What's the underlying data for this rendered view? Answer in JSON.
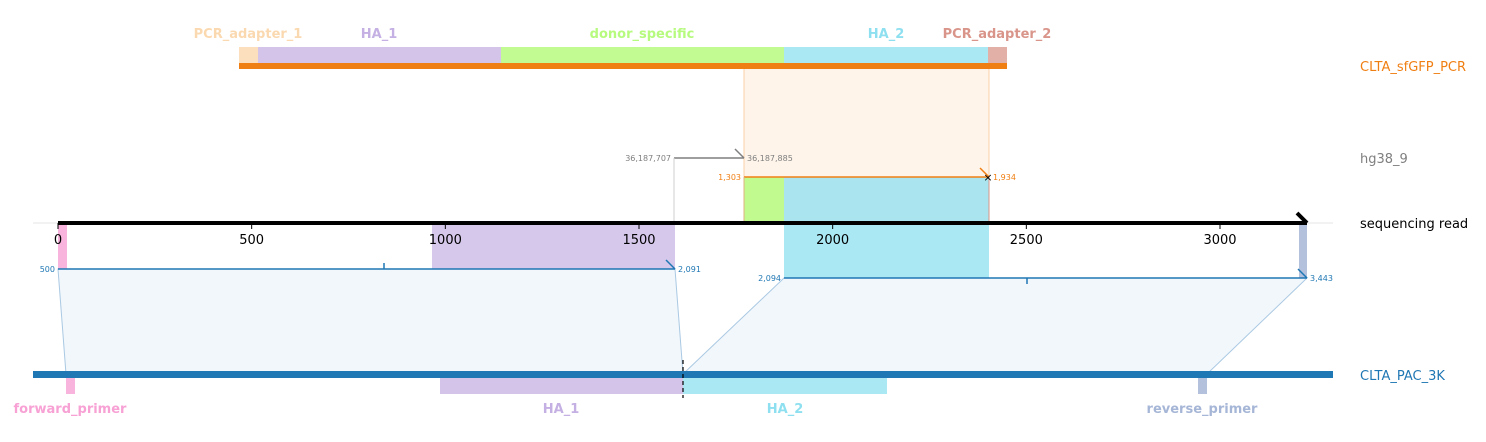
{
  "tracks": {
    "pcr": {
      "label": "CLTA_sfGFP_PCR",
      "color": "#f07f13"
    },
    "ref": {
      "label": "hg38_9",
      "color": "#7f7f7f"
    },
    "read": {
      "label": "sequencing read",
      "color": "#000000"
    },
    "plasmid": {
      "label": "CLTA_PAC_3K",
      "color": "#1f77b4"
    }
  },
  "pcr_features": [
    {
      "name": "PCR_adapter_1",
      "color": "#fbd9b0"
    },
    {
      "name": "HA_1",
      "color": "#c5b0e3"
    },
    {
      "name": "donor_specific",
      "color": "#b6fa7e"
    },
    {
      "name": "HA_2",
      "color": "#8ee0f0"
    },
    {
      "name": "PCR_adapter_2",
      "color": "#d9958a"
    }
  ],
  "plasmid_features": [
    {
      "name": "forward_primer",
      "color": "#f7a1d4"
    },
    {
      "name": "HA_1",
      "color": "#c5b0e3"
    },
    {
      "name": "HA_2",
      "color": "#8ee0f0"
    },
    {
      "name": "reverse_primer",
      "color": "#a6b6d6"
    }
  ],
  "axis": {
    "ticks": [
      "0",
      "500",
      "1000",
      "1500",
      "2000",
      "2500",
      "3000"
    ]
  },
  "alignments": {
    "ref": {
      "start": "36,187,707",
      "end": "36,187,885"
    },
    "pcr": {
      "start": "1,303",
      "end": "1,934"
    },
    "plasmid_left": {
      "start": "500",
      "end": "2,091"
    },
    "plasmid_right": {
      "start": "2,094",
      "end": "3,443"
    }
  }
}
